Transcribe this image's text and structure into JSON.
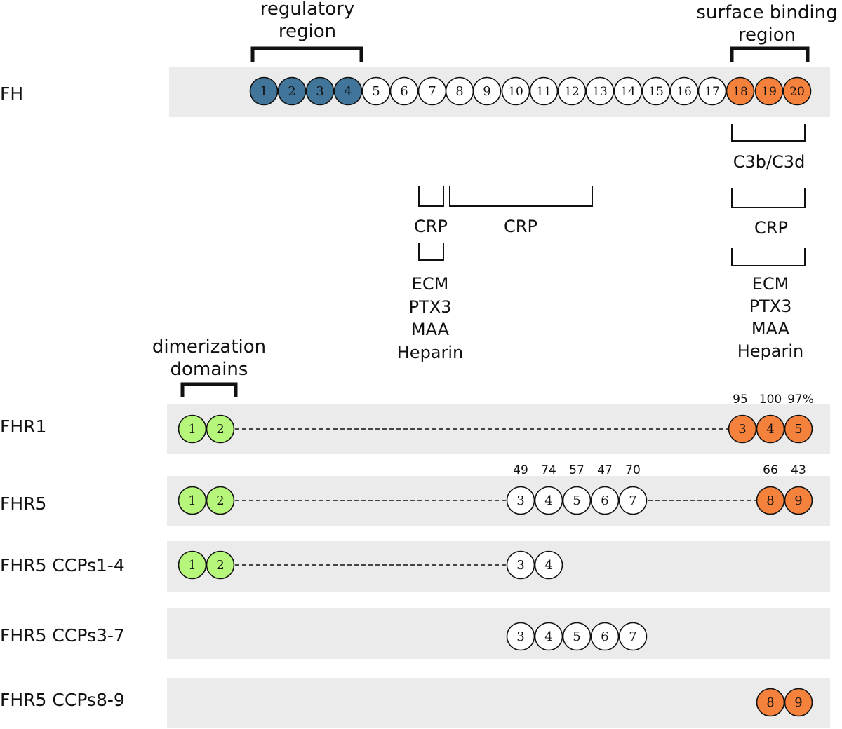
{
  "colors": {
    "row_background": "#ebebeb",
    "regulatory": "#41759a",
    "surface": "#f5823c",
    "dimerization": "#b6f67a",
    "plain": "#ffffff",
    "outline": "#111111"
  },
  "top_labels": {
    "regulatory": [
      "regulatory",
      "region"
    ],
    "surface": [
      "surface binding",
      "region"
    ],
    "dimerization": [
      "dimerization",
      "domains"
    ]
  },
  "rows": [
    {
      "label": "FH",
      "domains": [
        {
          "n": "1",
          "kind": "regulatory"
        },
        {
          "n": "2",
          "kind": "regulatory"
        },
        {
          "n": "3",
          "kind": "regulatory"
        },
        {
          "n": "4",
          "kind": "regulatory"
        },
        {
          "n": "5",
          "kind": "plain"
        },
        {
          "n": "6",
          "kind": "plain"
        },
        {
          "n": "7",
          "kind": "plain"
        },
        {
          "n": "8",
          "kind": "plain"
        },
        {
          "n": "9",
          "kind": "plain"
        },
        {
          "n": "10",
          "kind": "plain"
        },
        {
          "n": "11",
          "kind": "plain"
        },
        {
          "n": "12",
          "kind": "plain"
        },
        {
          "n": "13",
          "kind": "plain"
        },
        {
          "n": "14",
          "kind": "plain"
        },
        {
          "n": "15",
          "kind": "plain"
        },
        {
          "n": "16",
          "kind": "plain"
        },
        {
          "n": "17",
          "kind": "plain"
        },
        {
          "n": "18",
          "kind": "surface"
        },
        {
          "n": "19",
          "kind": "surface"
        },
        {
          "n": "20",
          "kind": "surface"
        }
      ],
      "identities": []
    },
    {
      "label": "FHR1",
      "domains": [
        {
          "n": "1",
          "kind": "dimerization"
        },
        {
          "n": "2",
          "kind": "dimerization"
        },
        {
          "n": "3",
          "kind": "surface"
        },
        {
          "n": "4",
          "kind": "surface"
        },
        {
          "n": "5",
          "kind": "surface"
        }
      ],
      "identities": [
        "95",
        "100",
        "97%"
      ]
    },
    {
      "label": "FHR5",
      "domains": [
        {
          "n": "1",
          "kind": "dimerization"
        },
        {
          "n": "2",
          "kind": "dimerization"
        },
        {
          "n": "3",
          "kind": "plain"
        },
        {
          "n": "4",
          "kind": "plain"
        },
        {
          "n": "5",
          "kind": "plain"
        },
        {
          "n": "6",
          "kind": "plain"
        },
        {
          "n": "7",
          "kind": "plain"
        },
        {
          "n": "8",
          "kind": "surface"
        },
        {
          "n": "9",
          "kind": "surface"
        }
      ],
      "identities": [
        "49",
        "74",
        "57",
        "47",
        "70",
        "66",
        "43"
      ]
    },
    {
      "label": "FHR5 CCPs1-4",
      "domains": [
        {
          "n": "1",
          "kind": "dimerization"
        },
        {
          "n": "2",
          "kind": "dimerization"
        },
        {
          "n": "3",
          "kind": "plain"
        },
        {
          "n": "4",
          "kind": "plain"
        }
      ],
      "identities": []
    },
    {
      "label": "FHR5 CCPs3-7",
      "domains": [
        {
          "n": "3",
          "kind": "plain"
        },
        {
          "n": "4",
          "kind": "plain"
        },
        {
          "n": "5",
          "kind": "plain"
        },
        {
          "n": "6",
          "kind": "plain"
        },
        {
          "n": "7",
          "kind": "plain"
        }
      ],
      "identities": []
    },
    {
      "label": "FHR5 CCPs8-9",
      "domains": [
        {
          "n": "8",
          "kind": "surface"
        },
        {
          "n": "9",
          "kind": "surface"
        }
      ],
      "identities": []
    }
  ],
  "binding_sites": {
    "c3b": "C3b/C3d",
    "crp_a": "CRP",
    "crp_b": "CRP",
    "crp_c": "CRP",
    "ligands_mid": [
      "ECM",
      "PTX3",
      "MAA",
      "Heparin"
    ],
    "ligands_right": [
      "ECM",
      "PTX3",
      "MAA",
      "Heparin"
    ]
  }
}
